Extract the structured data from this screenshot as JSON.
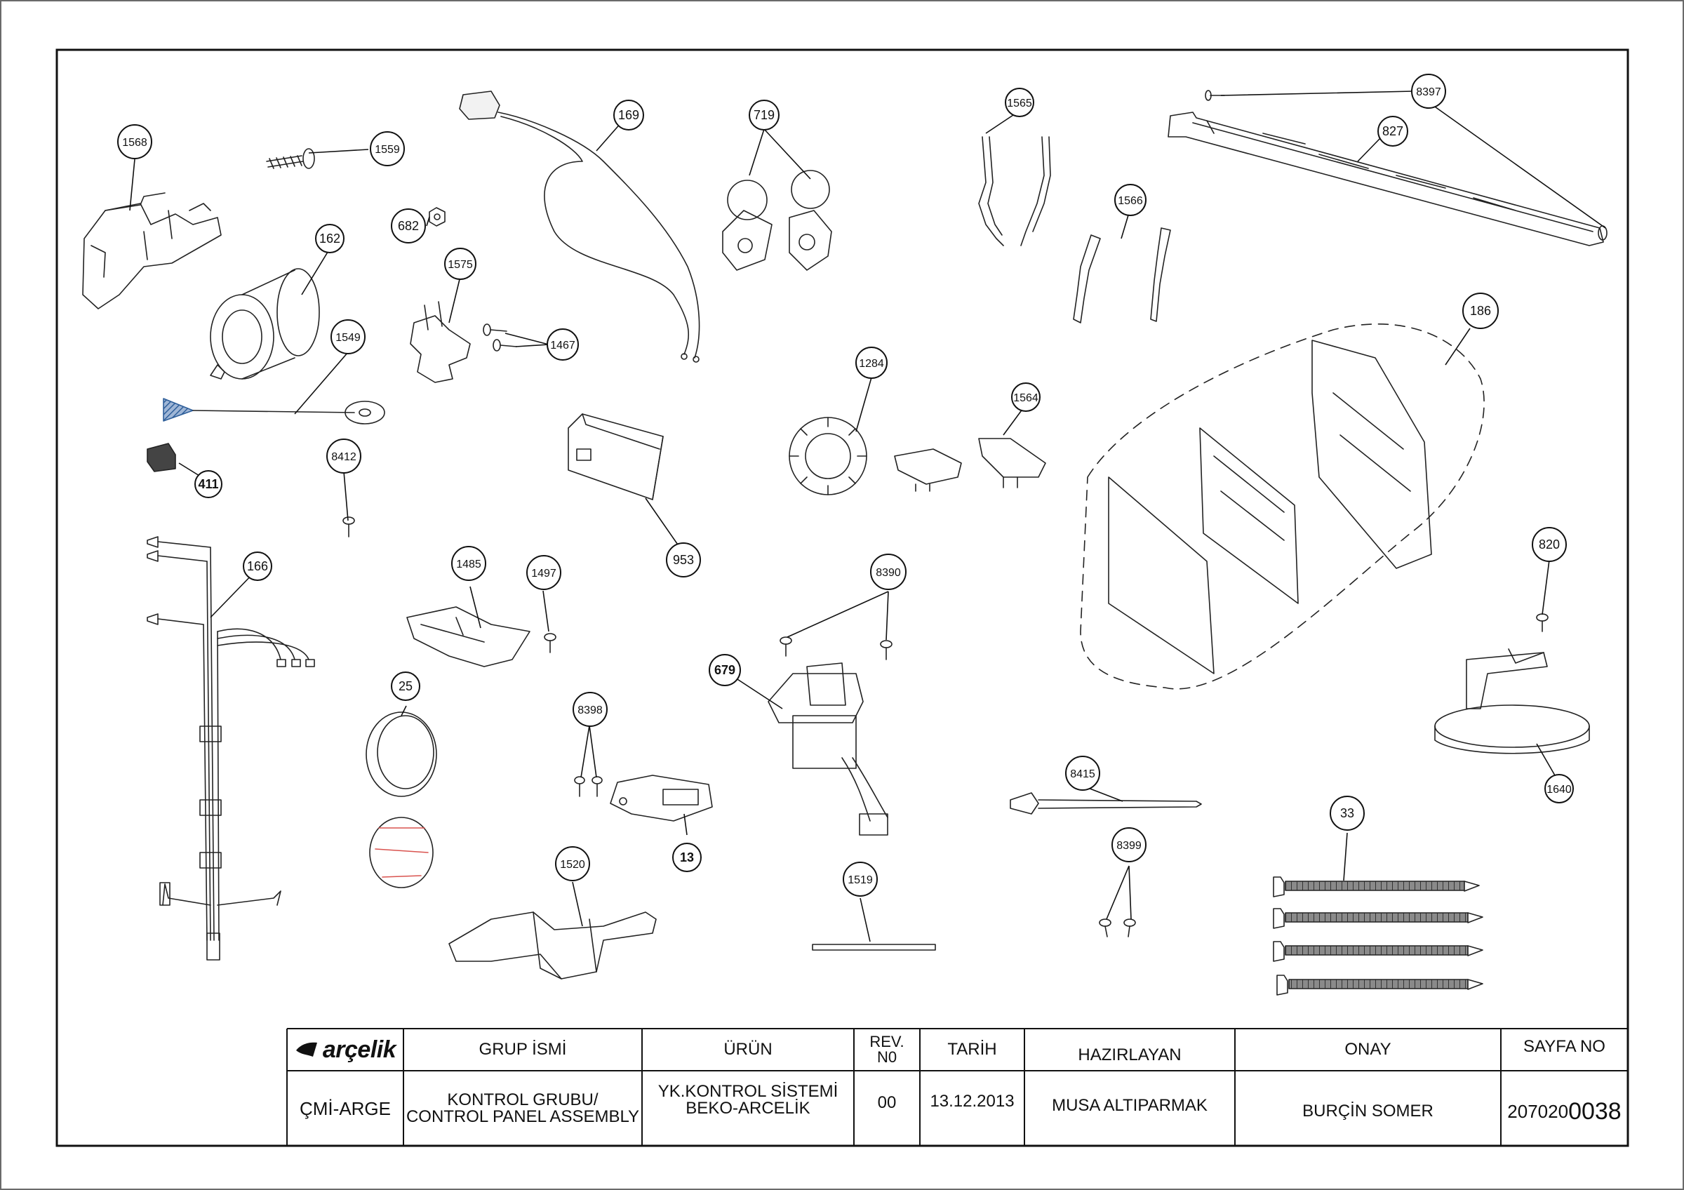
{
  "parts": [
    {
      "id": "1568"
    },
    {
      "id": "1559"
    },
    {
      "id": "169"
    },
    {
      "id": "719"
    },
    {
      "id": "1565"
    },
    {
      "id": "8397"
    },
    {
      "id": "827"
    },
    {
      "id": "682"
    },
    {
      "id": "162"
    },
    {
      "id": "1575"
    },
    {
      "id": "1467"
    },
    {
      "id": "1566"
    },
    {
      "id": "1549"
    },
    {
      "id": "1284"
    },
    {
      "id": "1564"
    },
    {
      "id": "186"
    },
    {
      "id": "411"
    },
    {
      "id": "8412"
    },
    {
      "id": "953"
    },
    {
      "id": "166"
    },
    {
      "id": "1485"
    },
    {
      "id": "1497"
    },
    {
      "id": "8390"
    },
    {
      "id": "820"
    },
    {
      "id": "679"
    },
    {
      "id": "25"
    },
    {
      "id": "8398"
    },
    {
      "id": "1640"
    },
    {
      "id": "8415"
    },
    {
      "id": "33"
    },
    {
      "id": "8399"
    },
    {
      "id": "13"
    },
    {
      "id": "1520"
    },
    {
      "id": "1519"
    }
  ],
  "title_block": {
    "logo_text": "arçelik",
    "group_header": "GRUP İSMİ",
    "product_header": "ÜRÜN",
    "rev_header_line1": "REV.",
    "rev_header_line2": "N0",
    "date_header": "TARİH",
    "prepared_header": "HAZIRLAYAN",
    "approval_header": "ONAY",
    "page_header": "SAYFA NO",
    "department": "ÇMİ-ARGE",
    "group_line1": "KONTROL GRUBU/",
    "group_line2": "CONTROL PANEL ASSEMBLY",
    "product_line1": "YK.KONTROL SİSTEMİ",
    "product_line2": "BEKO-ARCELİK",
    "rev": "00",
    "date": "13.12.2013",
    "prepared_by": "MUSA ALTIPARMAK",
    "approved_by": "BURÇİN SOMER",
    "doc_no_prefix": "207020",
    "doc_no_suffix": "0038"
  },
  "colors": {
    "line": "#111111",
    "accent_hatch": "#3f6fa8",
    "red_detail": "#d9534f"
  }
}
